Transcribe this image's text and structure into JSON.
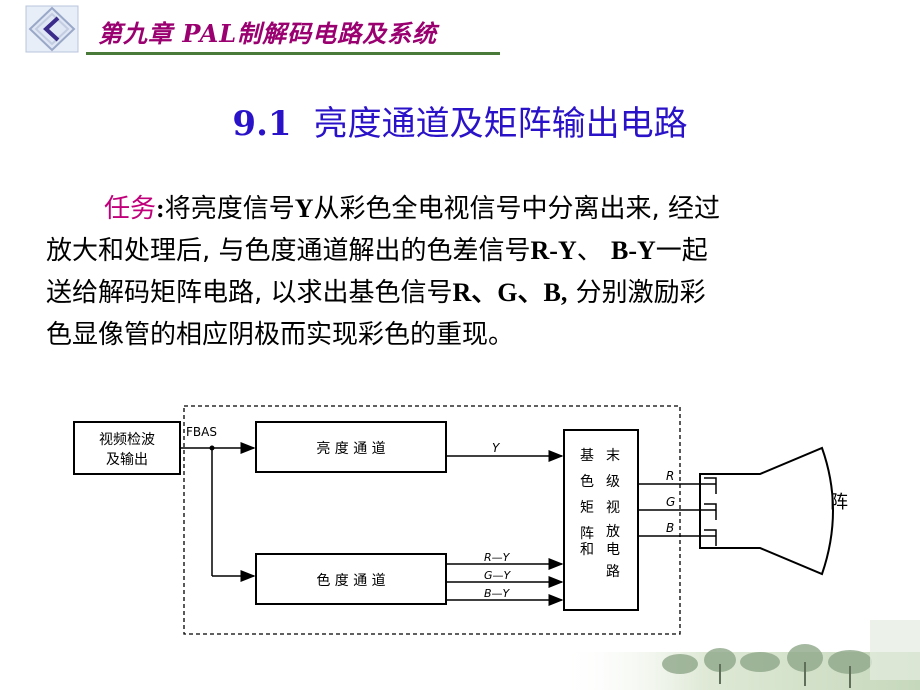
{
  "header": {
    "chapter_title": "第九章 PAL制解码电路及系统"
  },
  "section": {
    "number": "9.1",
    "title": "亮度通道及矩阵输出电路"
  },
  "body": {
    "task_label": "任务",
    "task_colon": ":",
    "line1_rest": "将亮度信号",
    "y_symbol": "Y",
    "line1_tail": "从彩色全电视信号中分离出来, 经过",
    "line2_a": "放大和处理后, 与色度通道解出的色差信号",
    "line2_ry": "R-Y",
    "line2_b": "、 ",
    "line2_by": "B-Y",
    "line2_c": "一起",
    "line3_a": "送给解码矩阵电路, 以求出基色信号",
    "line3_rgb": "R、G、B,",
    "line3_b": " 分别激励彩",
    "line4": "色显像管的相应阴极而实现彩色的重现。"
  },
  "diagram": {
    "input_box": [
      "视频检波",
      "及输出"
    ],
    "fbas": "FBAS",
    "luma_box": "亮 度 通 道",
    "chroma_box": "色 度 通 道",
    "y_signal": "Y",
    "ry": "R—Y",
    "gy": "G—Y",
    "by": "B—Y",
    "matrix_col1": [
      "基",
      "色",
      "矩",
      "阵",
      "和"
    ],
    "matrix_col2": [
      "末",
      "级",
      "视",
      "放",
      "电",
      "路"
    ],
    "r": "R",
    "g": "G",
    "b": "B",
    "tube_label": "阵"
  },
  "colors": {
    "header": "#9a0070",
    "title": "#2a12c8",
    "task": "#c0007a",
    "rule": "#4a7a3a"
  }
}
